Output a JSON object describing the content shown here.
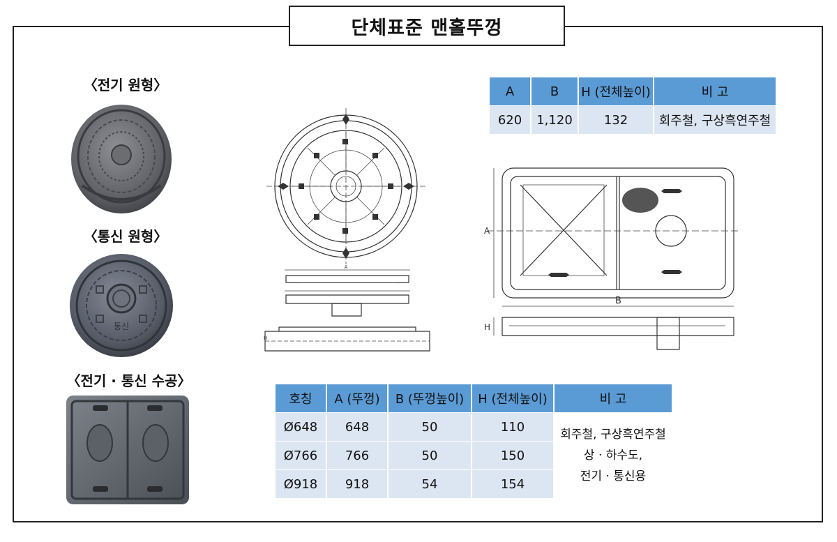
{
  "title": "단체표준 맨홀뚜껑",
  "photos": [
    {
      "label": "〈전기 원형〉"
    },
    {
      "label": "〈통신 원형〉",
      "emboss": "통신"
    },
    {
      "label": "〈전기 · 통신 수공〉"
    }
  ],
  "drawing_labels": {
    "round_dim": "A",
    "round_height": "H",
    "rect_a": "A",
    "rect_b": "B",
    "rect_h": "H"
  },
  "table_top": {
    "headers": [
      "A",
      "B",
      "H (전체높이)",
      "비  고"
    ],
    "row": [
      "620",
      "1,120",
      "132",
      "회주철, 구상흑연주철"
    ]
  },
  "table_bottom": {
    "headers": [
      "호칭",
      "A (뚜껑)",
      "B (뚜껑높이)",
      "H (전체높이)",
      "비  고"
    ],
    "rows": [
      [
        "Ø648",
        "648",
        "50",
        "110"
      ],
      [
        "Ø766",
        "766",
        "50",
        "150"
      ],
      [
        "Ø918",
        "918",
        "54",
        "154"
      ]
    ],
    "note_lines": [
      "회주철, 구상흑연주철",
      "상 · 하수도,",
      "전기 · 통신용"
    ]
  },
  "colors": {
    "header": "#5b9bd5",
    "cell": "#dce6f2"
  }
}
